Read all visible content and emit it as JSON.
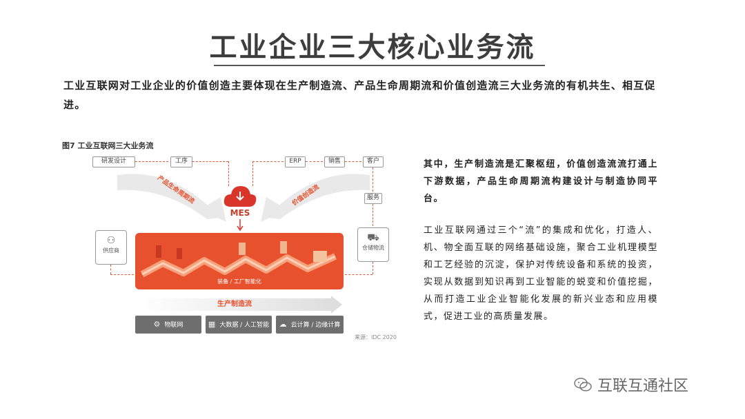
{
  "title": "工业企业三大核心业务流",
  "intro": "工业互联网对工业企业的价值创造主要体现在生产制造流、产品生命周期流和价值创造流三大业务流的有机共生、相互促进。",
  "figure": {
    "caption": "图7  工业互联网三大业务流",
    "top_left_boxes": [
      "研发设计",
      "工序"
    ],
    "top_right_boxes": [
      "ERP",
      "销售",
      "客户"
    ],
    "right_column_box": "服务",
    "left_node": {
      "label": "供应商",
      "icon": "network-icon"
    },
    "right_node": {
      "label": "仓储物流",
      "icon": "truck-icon"
    },
    "left_arc_label": "产品生命周期流",
    "right_arc_label": "价值创造流",
    "center_label": "MES",
    "factory_label": "装备 / 工厂智能化",
    "flow_band_label": "生产制造流",
    "tech_boxes": [
      {
        "label": "物联网",
        "icon": "iot-icon"
      },
      {
        "label": "大数据 / 人工智能",
        "icon": "data-icon"
      },
      {
        "label": "云计算 / 边缘计算",
        "icon": "cloud-icon"
      }
    ],
    "source": "来源：IDC 2020",
    "colors": {
      "accent": "#e8512e",
      "dark_red": "#c53d25",
      "gray": "#6e6e6e"
    }
  },
  "right_para1": "其中，生产制造流是汇聚枢纽，价值创造流流打通上下游数据，产品生命周期流构建设计与制造协同平台。",
  "right_para2": "工业互联网通过三个“流”的集成和优化，打造人、机、物全面互联的网络基础设施，聚合工业机理模型和工艺经验的沉淀，保护对传统设备和系统的投资，实现从数据到知识再到工业智能的蜕变和价值挖掘，从而打造工业企业智能化发展的新兴业态和应用模式，促进工业的高质量发展。",
  "watermark": "互联互通社区"
}
